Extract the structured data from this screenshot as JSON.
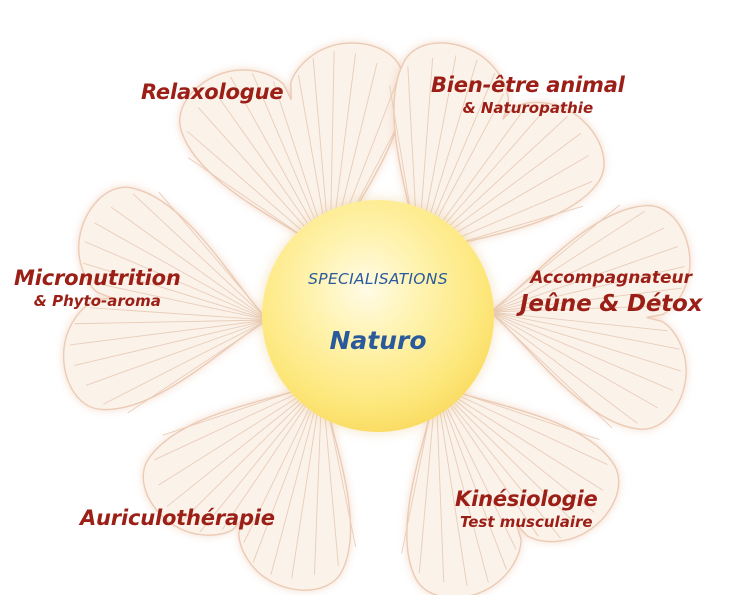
{
  "center": {
    "title": "SPECIALISATIONS",
    "subtitle": "Naturo"
  },
  "specialisations": [
    {
      "main": "Relaxologue",
      "sub": ""
    },
    {
      "main": "Bien-être animal",
      "sub": "& Naturopathie"
    },
    {
      "main": "Micronutrition",
      "sub": "& Phyto-aroma"
    },
    {
      "main": "Accompagnateur",
      "sub": "Jeûne & Détox"
    },
    {
      "main": "Auriculothérapie",
      "sub": ""
    },
    {
      "main": "Kinésiologie",
      "sub": "Test musculaire"
    }
  ],
  "colors": {
    "label_text": "#9b1f16",
    "center_text": "#2a5a9c",
    "center_orb": "#fde77a",
    "leaf_fill": "#fbf2ea",
    "leaf_edge": "#e7b797",
    "leaf_vein": "#e9cdb9"
  },
  "decoration": {
    "leaf_icon": "ginkgo-leaf-icon",
    "leaf_count": 6
  }
}
